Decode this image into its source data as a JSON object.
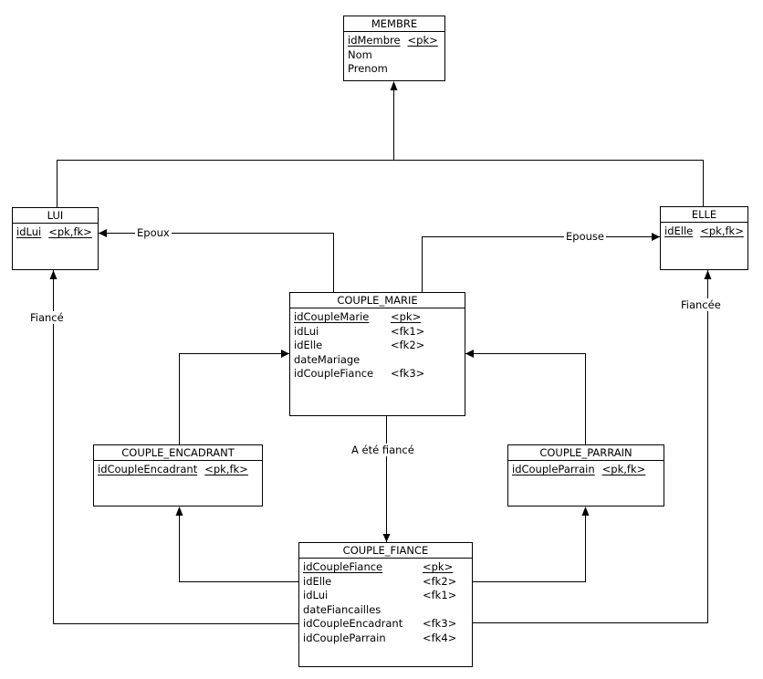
{
  "diagram": {
    "kind": "physical-data-model",
    "background_color": "#ffffff",
    "line_color": "#000000",
    "text_color": "#000000"
  },
  "entities": [
    {
      "title": "MEMBRE",
      "fields": [
        {
          "name": "idMembre",
          "tag": "<pk>",
          "key": true
        },
        {
          "name": "Nom",
          "tag": ""
        },
        {
          "name": "Prenom",
          "tag": ""
        }
      ]
    },
    {
      "title": "LUI",
      "fields": [
        {
          "name": "idLui",
          "tag": "<pk,fk>",
          "key": true
        }
      ]
    },
    {
      "title": "ELLE",
      "fields": [
        {
          "name": "idElle",
          "tag": "<pk,fk>",
          "key": true
        }
      ]
    },
    {
      "title": "COUPLE_MARIE",
      "fields": [
        {
          "name": "idCoupleMarie",
          "tag": "<pk>",
          "key": true
        },
        {
          "name": "idLui",
          "tag": "<fk1>"
        },
        {
          "name": "idElle",
          "tag": "<fk2>"
        },
        {
          "name": "dateMariage",
          "tag": ""
        },
        {
          "name": "idCoupleFiance",
          "tag": "<fk3>"
        }
      ]
    },
    {
      "title": "COUPLE_ENCADRANT",
      "fields": [
        {
          "name": "idCoupleEncadrant",
          "tag": "<pk,fk>",
          "key": true
        }
      ]
    },
    {
      "title": "COUPLE_PARRAIN",
      "fields": [
        {
          "name": "idCoupleParrain",
          "tag": "<pk,fk>",
          "key": true
        }
      ]
    },
    {
      "title": "COUPLE_FIANCE",
      "fields": [
        {
          "name": "idCoupleFiance",
          "tag": "<pk>",
          "key": true
        },
        {
          "name": "idElle",
          "tag": "<fk2>"
        },
        {
          "name": "idLui",
          "tag": "<fk1>"
        },
        {
          "name": "dateFiancailles",
          "tag": ""
        },
        {
          "name": "idCoupleEncadrant",
          "tag": "<fk3>"
        },
        {
          "name": "idCoupleParrain",
          "tag": "<fk4>"
        }
      ]
    }
  ],
  "relationships": [
    {
      "from": "LUI",
      "to": "MEMBRE",
      "label": ""
    },
    {
      "from": "ELLE",
      "to": "MEMBRE",
      "label": ""
    },
    {
      "from": "COUPLE_MARIE",
      "to": "LUI",
      "label": "Epoux"
    },
    {
      "from": "COUPLE_MARIE",
      "to": "ELLE",
      "label": "Epouse"
    },
    {
      "from": "COUPLE_ENCADRANT",
      "to": "COUPLE_MARIE",
      "label": ""
    },
    {
      "from": "COUPLE_PARRAIN",
      "to": "COUPLE_MARIE",
      "label": ""
    },
    {
      "from": "COUPLE_MARIE",
      "to": "COUPLE_FIANCE",
      "label": "A été fiancé"
    },
    {
      "from": "COUPLE_FIANCE",
      "to": "COUPLE_ENCADRANT",
      "label": ""
    },
    {
      "from": "COUPLE_FIANCE",
      "to": "LUI",
      "label": "Fiancé"
    },
    {
      "from": "COUPLE_FIANCE",
      "to": "COUPLE_PARRAIN",
      "label": ""
    },
    {
      "from": "COUPLE_FIANCE",
      "to": "ELLE",
      "label": "Fiancée"
    }
  ]
}
